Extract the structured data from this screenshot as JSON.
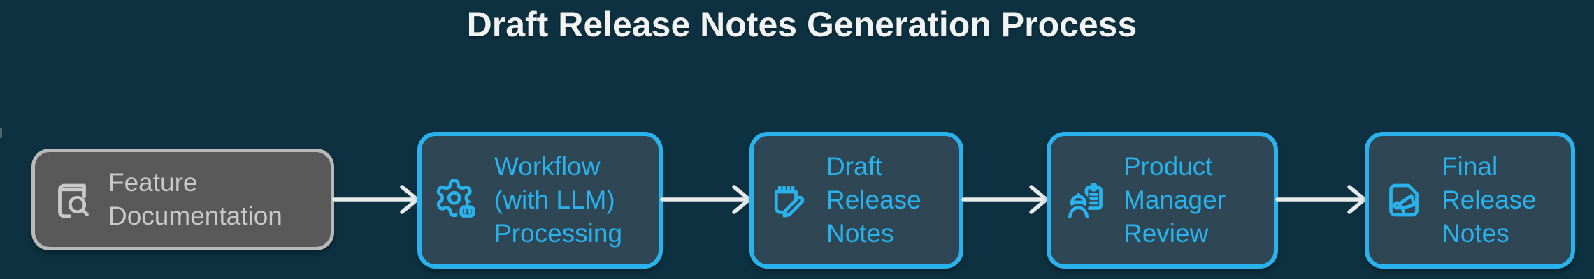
{
  "title": "Draft Release Notes Generation Process",
  "diagram": {
    "nodes": [
      {
        "label": "Feature Documentation",
        "lines": [
          "Feature",
          "Documentation"
        ],
        "icon": "book-search-icon",
        "variant": "gray"
      },
      {
        "label": "Workflow (with LLM) Processing",
        "lines": [
          "Workflow",
          "(with LLM)",
          "Processing"
        ],
        "icon": "gear-bot-icon",
        "variant": "blue"
      },
      {
        "label": "Draft Release Notes",
        "lines": [
          "Draft",
          "Release",
          "Notes"
        ],
        "icon": "notepad-pencil-icon",
        "variant": "blue"
      },
      {
        "label": "Product Manager Review",
        "lines": [
          "Product",
          "Manager",
          "Review"
        ],
        "icon": "person-clipboard-icon",
        "variant": "blue"
      },
      {
        "label": "Final Release Notes",
        "lines": [
          "Final",
          "Release",
          "Notes"
        ],
        "icon": "doc-megaphone-icon",
        "variant": "blue"
      }
    ],
    "connectors": [
      {
        "from": "Feature Documentation",
        "to": "Workflow (with LLM) Processing"
      },
      {
        "from": "Workflow (with LLM) Processing",
        "to": "Draft Release Notes"
      },
      {
        "from": "Draft Release Notes",
        "to": "Product Manager Review"
      },
      {
        "from": "Product Manager Review",
        "to": "Final Release Notes"
      }
    ],
    "colors": {
      "background": "#0d3140",
      "title_text": "#f1f3f3",
      "node_blue_fill": "#2f4754",
      "node_blue_border": "#2ab2ec",
      "node_blue_text": "#2ab2ec",
      "node_gray_fill": "#595959",
      "node_gray_border": "#b9b9b9",
      "node_gray_text": "#c9c9c9",
      "arrow": "#e9ecec"
    }
  }
}
